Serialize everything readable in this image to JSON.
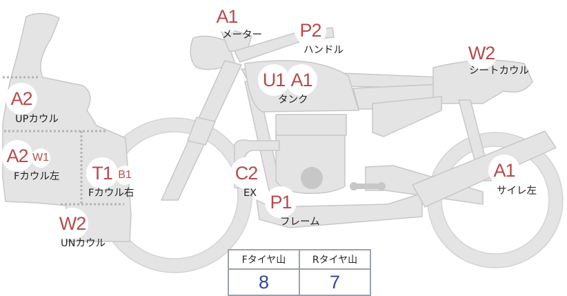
{
  "colors": {
    "part_fill": "#e4e4e4",
    "part_stroke": "#c7c7c7",
    "grade_text": "#b64a4a",
    "value_text": "#2f4690",
    "table_border": "#9aa1ad",
    "divider": "#b3b3b3"
  },
  "parts": [
    {
      "grade": "A1",
      "label": "メーター"
    },
    {
      "grade": "P2",
      "label": "ハンドル"
    },
    {
      "grade": "W2",
      "label": "シートカウル"
    },
    {
      "grades": [
        "U1",
        "A1"
      ],
      "label": "タンク"
    },
    {
      "grade": "A2",
      "label": "UPカウル"
    },
    {
      "grade": "A2",
      "sub_grade": "W1",
      "label": "Fカウル左"
    },
    {
      "grade": "T1",
      "sub_grade": "B1",
      "label": "Fカウル右"
    },
    {
      "grade": "C2",
      "label": "EX"
    },
    {
      "grade": "P1",
      "label": "フレーム"
    },
    {
      "grade": "A1",
      "label": "サイレ左"
    },
    {
      "grade": "W2",
      "label": "UNカウル"
    }
  ],
  "tire_table": {
    "headers": [
      "Fタイヤ山",
      "Rタイヤ山"
    ],
    "values": [
      "8",
      "7"
    ]
  }
}
